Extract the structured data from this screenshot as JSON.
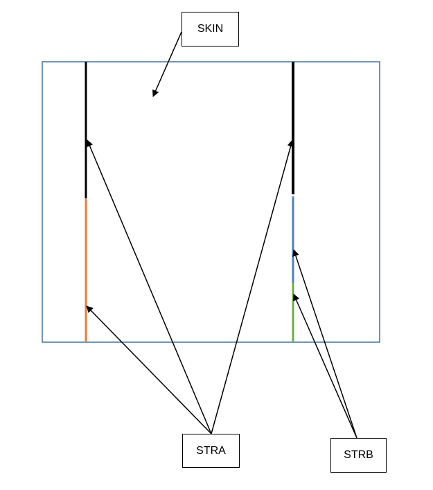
{
  "labels": {
    "skin": "SKIN",
    "stra": "STRA",
    "strb": "STRB"
  },
  "colors": {
    "frame": "#41719c",
    "black_segment": "#000000",
    "orange_segment": "#ed7d31",
    "blue_segment": "#4f81bd",
    "green_segment": "#70ad47",
    "arrow": "#000000"
  }
}
